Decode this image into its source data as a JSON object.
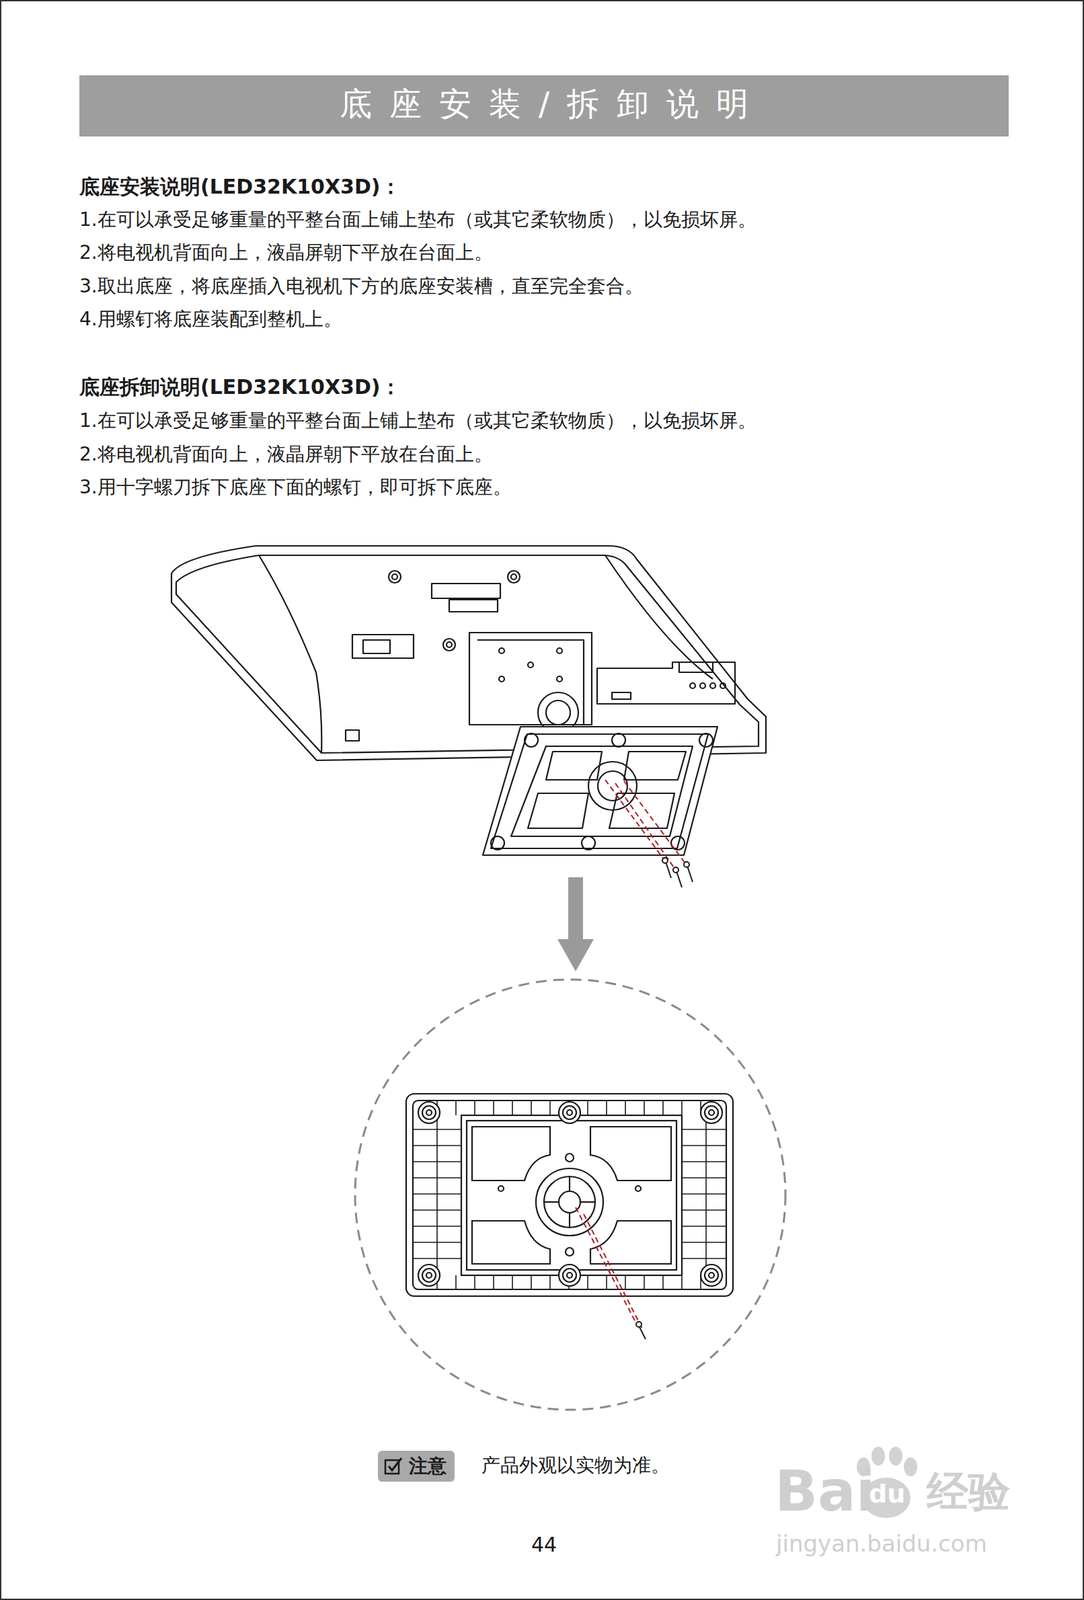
{
  "diagram": {
    "title": "底座安装/拆卸说明",
    "nodes": [
      {
        "text": [
          "注意"
        ]
      }
    ],
    "labels": [
      "底座安装说明(LED32K10X3D)：",
      "1.在可以承受足够重量的平整台面上铺上垫布（或其它柔软物质），以免损坏屏。",
      "2.将电视机背面向上，液晶屏朝下平放在台面上。",
      "3.取出底座，将底座插入电视机下方的底座安装槽，直至完全套合。",
      "4.用螺钉将底座装配到整机上。",
      "底座拆卸说明(LED32K10X3D)：",
      "1.在可以承受足够重量的平整台面上铺上垫布（或其它柔软物质），以免损坏屏。",
      "2.将电视机背面向上，液晶屏朝下平放在台面上。",
      "3.用十字螺刀拆下底座下面的螺钉，即可拆下底座。",
      "产品外观以实物为准。",
      "44",
      "Bai",
      "du",
      "经验",
      "jingyan.baidu.com"
    ]
  }
}
